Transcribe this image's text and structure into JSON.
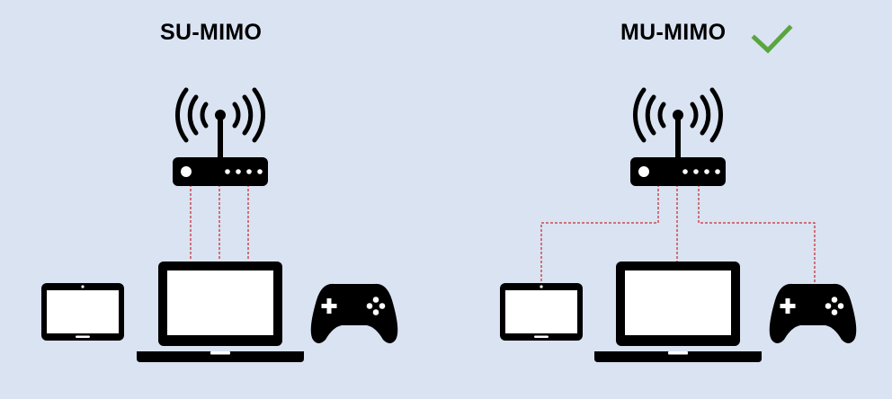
{
  "panels": {
    "su_mimo": {
      "title": "SU-MIMO",
      "devices": [
        "tablet-icon",
        "laptop-icon",
        "gamepad-icon"
      ],
      "connections": [
        "router-to-laptop",
        "router-to-laptop",
        "router-to-laptop"
      ]
    },
    "mu_mimo": {
      "title": "MU-MIMO",
      "marker": "checkmark-icon",
      "devices": [
        "tablet-icon",
        "laptop-icon",
        "gamepad-icon"
      ],
      "connections": [
        "router-to-tablet",
        "router-to-laptop",
        "router-to-gamepad"
      ]
    }
  },
  "colors": {
    "background": "#dae3f2",
    "icon": "#000000",
    "connection_line": "#c00000",
    "checkmark": "#5aa53f"
  }
}
